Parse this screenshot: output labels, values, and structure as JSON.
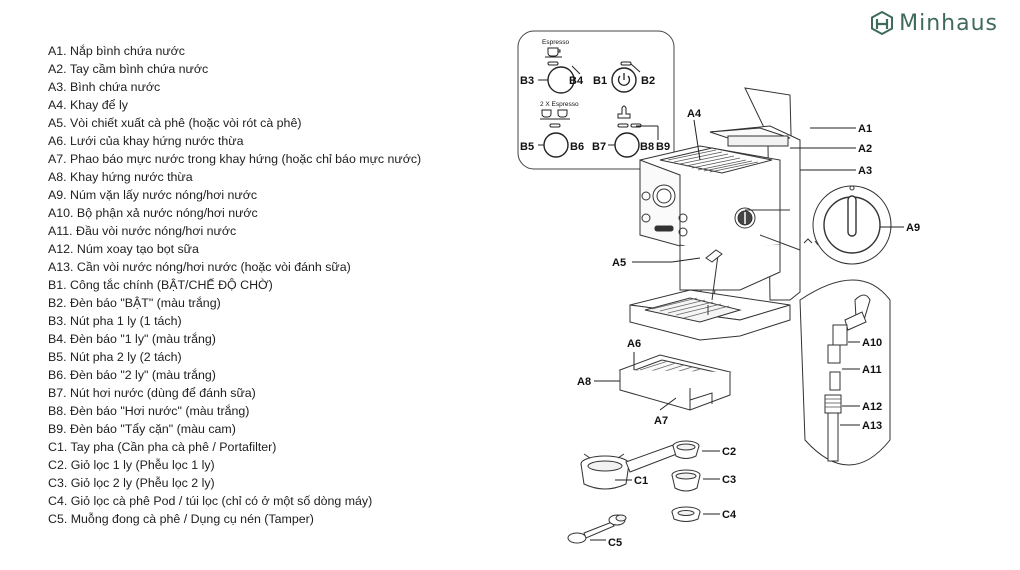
{
  "brand": {
    "name": "Minhaus",
    "logo_icon": "cube-logo-icon",
    "color": "#3f6a5c"
  },
  "legend": [
    "A1. Nắp bình chứa nước",
    "A2. Tay cầm bình chứa nước",
    "A3. Bình chứa nước",
    "A4. Khay để ly",
    "A5. Vòi chiết xuất cà phê (hoặc vòi rót cà phê)",
    "A6. Lưới của khay hứng nước thừa",
    "A7. Phao báo mực nước trong khay hứng (hoặc chỉ báo mực nước)",
    "A8. Khay hứng nước thừa",
    "A9. Núm vặn lấy nước nóng/hơi nước",
    "A10. Bộ phận xả nước nóng/hơi nước",
    "A11. Đầu vòi nước nóng/hơi nước",
    "A12. Núm xoay tạo bọt sữa",
    "A13. Cần vòi nước nóng/hơi nước (hoặc vòi đánh sữa)",
    "B1. Công tắc chính (BẬT/CHẾ ĐỘ CHỜ)",
    "B2. Đèn báo \"BẬT\" (màu trắng)",
    "B3. Nút pha 1 ly (1 tách)",
    "B4. Đèn báo \"1 ly\" (màu trắng)",
    "B5. Nút pha 2 ly (2 tách)",
    "B6. Đèn báo \"2 ly\" (màu trắng)",
    "B7. Nút hơi nước (dùng để đánh sữa)",
    "B8. Đèn báo \"Hơi nước\" (màu trắng)",
    "B9. Đèn báo \"Tẩy cặn\" (màu cam)",
    "C1. Tay pha (Cần pha cà phê / Portafilter)",
    "C2. Giỏ lọc 1 ly (Phễu lọc 1 ly)",
    "C3. Giỏ lọc 2 ly (Phễu lọc 2 ly)",
    "C4. Giỏ lọc cà phê Pod / túi lọc (chỉ có ở một số dòng máy)",
    "C5. Muỗng đong cà phê / Dụng cụ nén (Tamper)"
  ],
  "panel": {
    "espresso_label": "Espresso",
    "double_label": "2 X Espresso"
  },
  "callouts": {
    "B1": "B1",
    "B2": "B2",
    "B3": "B3",
    "B4": "B4",
    "B5": "B5",
    "B6": "B6",
    "B7": "B7",
    "B8": "B8",
    "B9": "B9",
    "A1": "A1",
    "A2": "A2",
    "A3": "A3",
    "A4": "A4",
    "A5": "A5",
    "A6": "A6",
    "A7": "A7",
    "A8": "A8",
    "A9": "A9",
    "A10": "A10",
    "A11": "A11",
    "A12": "A12",
    "A13": "A13",
    "C1": "C1",
    "C2": "C2",
    "C3": "C3",
    "C4": "C4",
    "C5": "C5"
  }
}
